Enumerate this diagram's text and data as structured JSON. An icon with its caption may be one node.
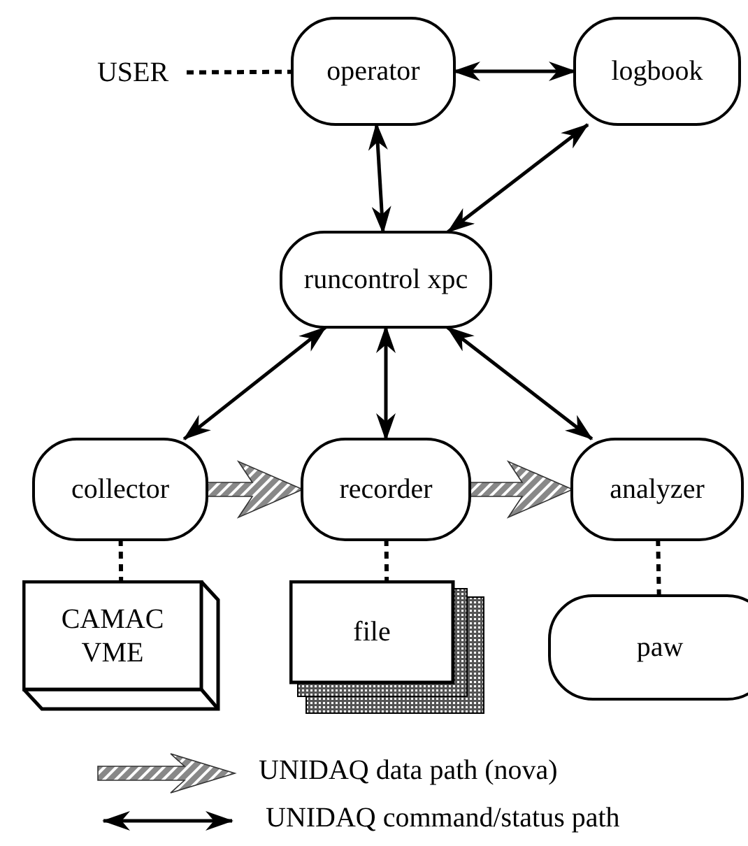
{
  "diagram": {
    "nodes": [
      {
        "text": [
          "USER"
        ]
      },
      {
        "text": [
          "operator"
        ]
      },
      {
        "text": [
          "logbook"
        ]
      },
      {
        "text": [
          "runcontrol xpc"
        ]
      },
      {
        "text": [
          "collector"
        ]
      },
      {
        "text": [
          "recorder"
        ]
      },
      {
        "text": [
          "analyzer"
        ]
      },
      {
        "text": [
          "CAMAC VME"
        ]
      },
      {
        "text": [
          "file"
        ]
      },
      {
        "text": [
          "paw"
        ]
      }
    ],
    "edges": [
      {
        "from": 0,
        "to": 1,
        "arrow": "none",
        "style": "dashed"
      },
      {
        "from": 1,
        "to": 2,
        "arrow": "both"
      },
      {
        "from": 1,
        "to": 3,
        "arrow": "both"
      },
      {
        "from": 3,
        "to": 2,
        "arrow": "both"
      },
      {
        "from": 3,
        "to": 4,
        "arrow": "both"
      },
      {
        "from": 3,
        "to": 5,
        "arrow": "both"
      },
      {
        "from": 3,
        "to": 6,
        "arrow": "both"
      },
      {
        "from": 4,
        "to": 5,
        "arrow": "to",
        "style": "thick"
      },
      {
        "from": 5,
        "to": 6,
        "arrow": "to",
        "style": "thick"
      },
      {
        "from": 4,
        "to": 7,
        "arrow": "none",
        "style": "dashed"
      },
      {
        "from": 5,
        "to": 8,
        "arrow": "none",
        "style": "dashed"
      },
      {
        "from": 6,
        "to": 9,
        "arrow": "none",
        "style": "dashed"
      }
    ],
    "legend": [
      {
        "text": "UNIDAQ data path (nova)"
      },
      {
        "text": "UNIDAQ command/status path"
      }
    ]
  }
}
